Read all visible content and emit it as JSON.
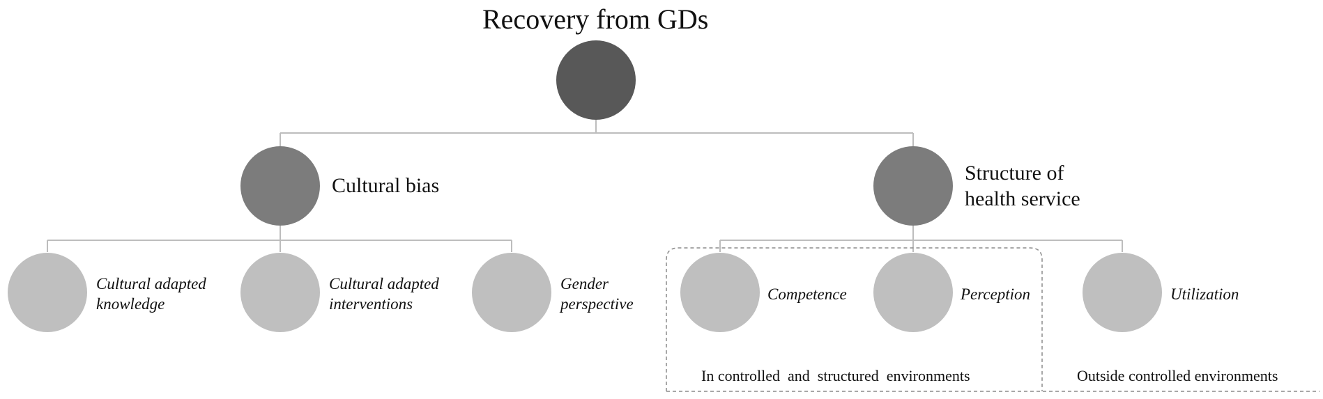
{
  "colors": {
    "root_node": "#585858",
    "level1_node": "#7c7c7c",
    "level2_node": "#bfbfbf",
    "connector": "#bdbdbd",
    "group_border": "#8c8c8c",
    "text": "#111111"
  },
  "root": {
    "label": "Recovery from GDs"
  },
  "branches": [
    {
      "label_line1": "Cultural bias",
      "label_line2": "",
      "children": [
        {
          "label_line1": "Cultural adapted",
          "label_line2": "knowledge"
        },
        {
          "label_line1": "Cultural adapted",
          "label_line2": "interventions"
        },
        {
          "label_line1": "Gender",
          "label_line2": "perspective"
        }
      ]
    },
    {
      "label_line1": "Structure of",
      "label_line2": "health service",
      "children": [
        {
          "label_line1": "Competence",
          "label_line2": ""
        },
        {
          "label_line1": "Perception",
          "label_line2": ""
        },
        {
          "label_line1": "Utilization",
          "label_line2": ""
        }
      ]
    }
  ],
  "groups": [
    {
      "label": "In controlled  and  structured  environments"
    },
    {
      "label": "Outside controlled environments"
    }
  ]
}
